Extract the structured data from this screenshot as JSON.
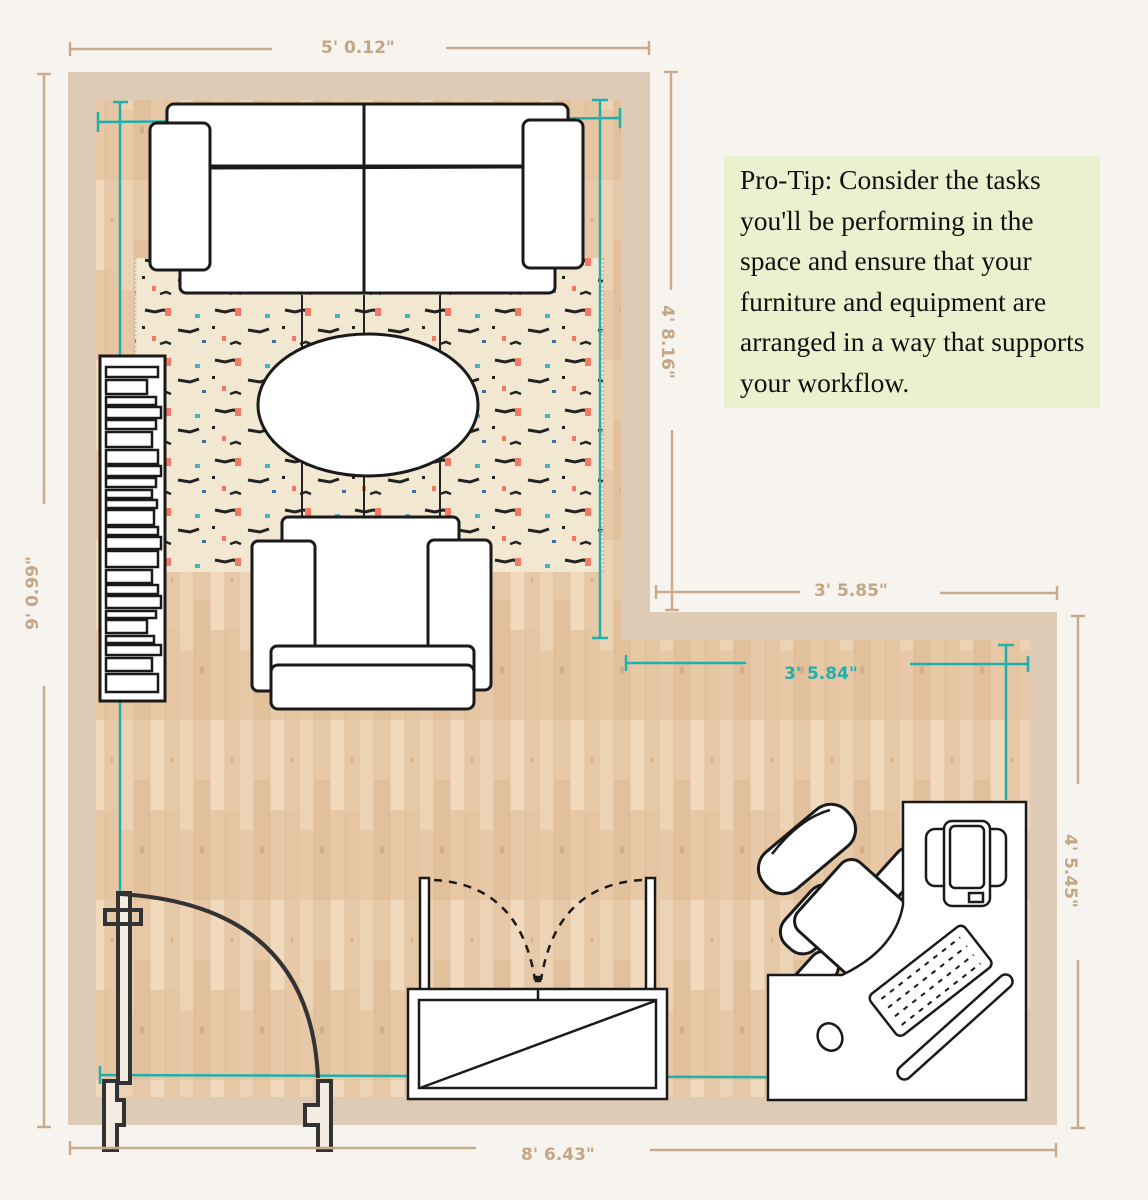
{
  "diagram": {
    "type": "floor-plan",
    "colors": {
      "background": "#f7f4f0",
      "wall": "#ddcbb6",
      "floor": "#e7c9a8",
      "rug": "#f1e6cf",
      "dimension_outer": "#c4a584",
      "dimension_inner": "#1fb0ad",
      "furniture_fill": "#ffffff",
      "furniture_stroke": "#1a1a1a",
      "tip_background": "#e9f1cf"
    },
    "dimensions": {
      "top_width": "5' 0.12\"",
      "left_height": "9' 0.99\"",
      "inner_vertical_upper": "4' 8.16\"",
      "step_width": "3' 5.85\"",
      "inner_step_width": "3' 5.84\"",
      "right_height": "4' 5.45\"",
      "bottom_width": "8' 6.43\""
    },
    "furniture": [
      {
        "id": "sofa",
        "label": "Sofa"
      },
      {
        "id": "rug",
        "label": "Area rug"
      },
      {
        "id": "coffee-table",
        "label": "Oval coffee table"
      },
      {
        "id": "armchair",
        "label": "Armchair"
      },
      {
        "id": "bookshelf",
        "label": "Bookshelf"
      },
      {
        "id": "entry-door",
        "label": "Entry door"
      },
      {
        "id": "closet",
        "label": "Closet with double doors"
      },
      {
        "id": "desk",
        "label": "L-shaped desk"
      },
      {
        "id": "office-chair",
        "label": "Office chair"
      },
      {
        "id": "printer",
        "label": "Printer/phone"
      },
      {
        "id": "keyboard",
        "label": "Keyboard"
      },
      {
        "id": "mouse",
        "label": "Mouse"
      }
    ],
    "tip": {
      "text": "Pro-Tip: Consider the tasks you'll be performing in the space and ensure that your furniture and equipment are arranged in a way that supports your workflow."
    }
  }
}
